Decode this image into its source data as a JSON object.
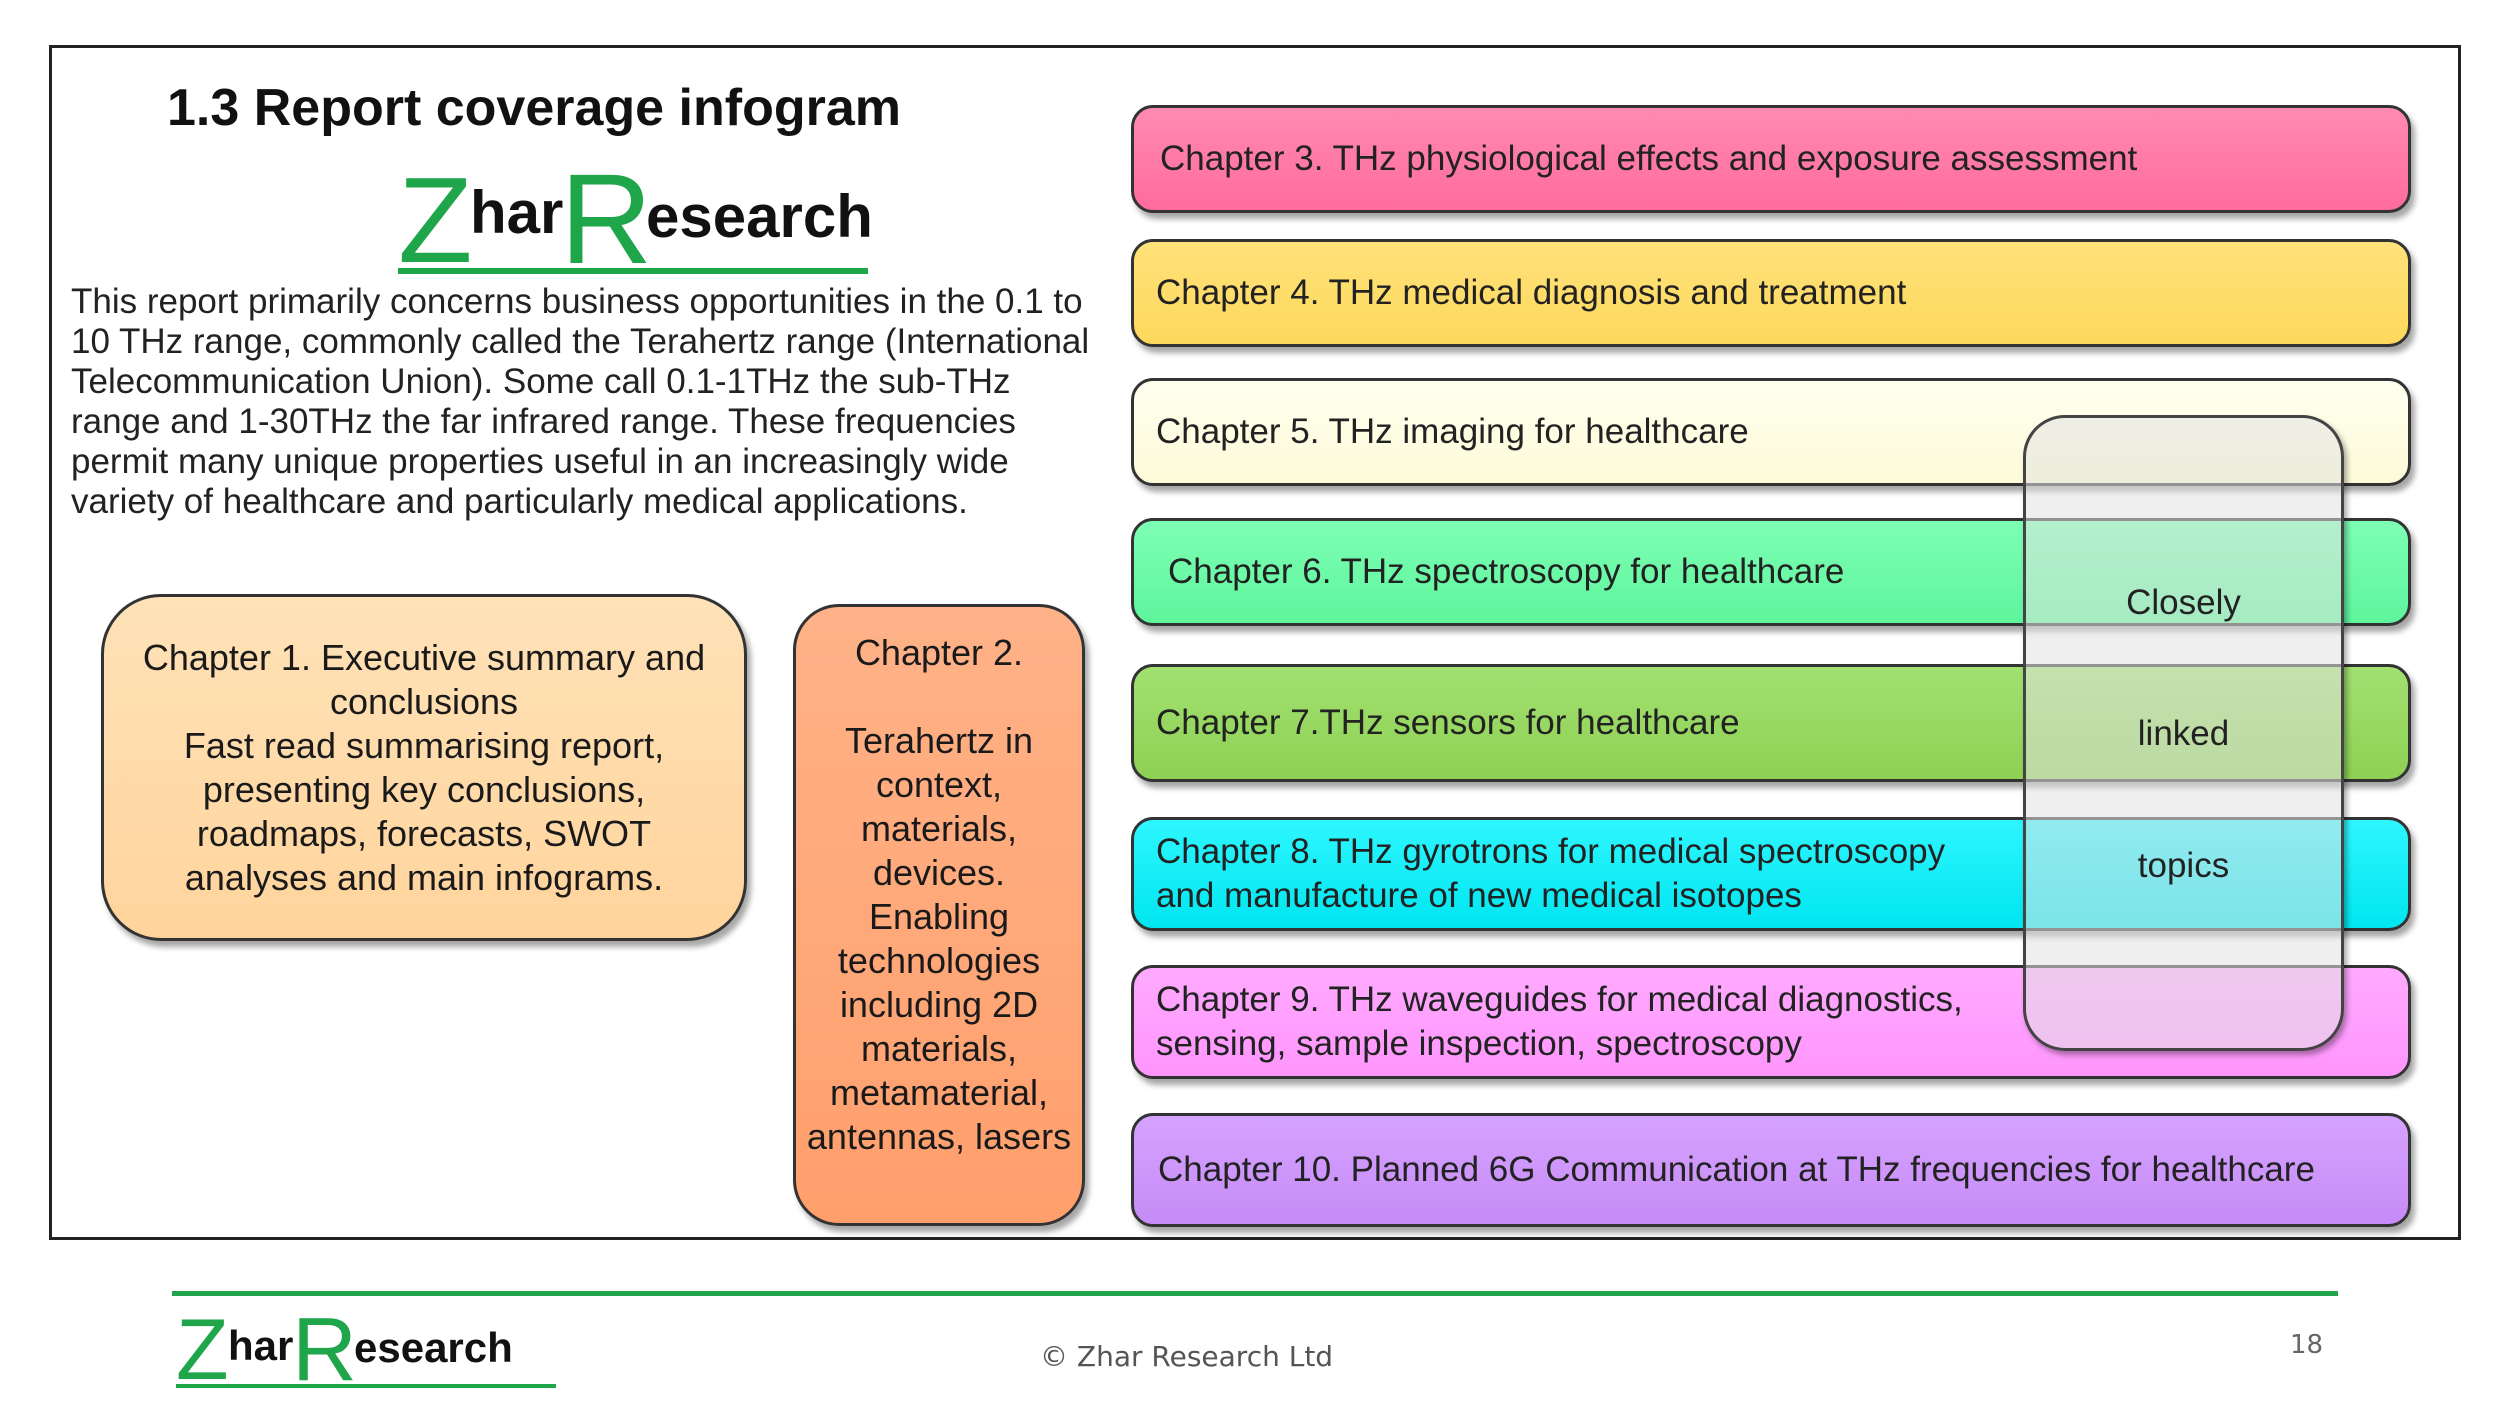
{
  "slide": {
    "title": "1.3 Report coverage infogram",
    "intro": "This report primarily concerns business opportunities in the 0.1 to 10 THz range, commonly called the Terahertz range (International Telecommunication Union). Some call 0.1-1THz the sub-THz range and 1-30THz the far infrared range. These frequencies permit many unique properties useful in an increasingly wide variety of healthcare and particularly medical applications."
  },
  "logo": {
    "z": "Z",
    "har": "har",
    "r": "R",
    "esearch": "esearch",
    "color": "#1fa54a"
  },
  "chapters_left": {
    "ch1": [
      "Chapter 1. Executive summary and conclusions",
      "Fast read summarising report, presenting key conclusions, roadmaps, forecasts, SWOT analyses and main infograms."
    ],
    "ch2": [
      "Chapter 2.",
      "Terahertz in context, materials, devices. Enabling technologies including 2D materials, metamaterial, antennas, lasers"
    ]
  },
  "chapters_right": {
    "c3": "Chapter 3. THz physiological effects and exposure assessment",
    "c4": "Chapter 4. THz medical diagnosis and treatment",
    "c5": "Chapter 5. THz imaging for healthcare",
    "c6": "Chapter 6. THz spectroscopy for healthcare",
    "c7": "Chapter 7.THz sensors for healthcare",
    "c8a": "Chapter 8. THz gyrotrons for medical spectroscopy",
    "c8b": "and manufacture of new medical isotopes",
    "c9a": "Chapter 9. THz waveguides for medical diagnostics,",
    "c9b": "sensing, sample inspection, spectroscopy",
    "c10": "Chapter 10. Planned 6G Communication at THz frequencies for healthcare"
  },
  "overlay": {
    "w1": "Closely",
    "w2": "linked",
    "w3": "topics"
  },
  "footer": {
    "copyright": "© Zhar Research Ltd",
    "page": "18"
  },
  "colors": {
    "c3": "#ff6b9d",
    "c4": "#fdd85c",
    "c5": "#fdfbd8",
    "c6": "#5ef59c",
    "c7": "#8ed154",
    "c8": "#00e6f0",
    "c9": "#ff95fd",
    "c10": "#c68bf7",
    "ch1": "#ffd49c",
    "ch2": "#ff9f6c"
  }
}
